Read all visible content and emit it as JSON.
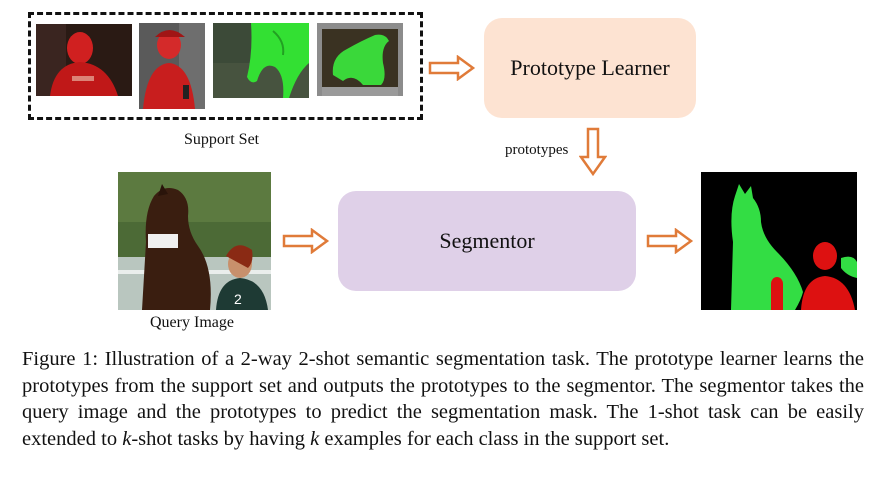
{
  "diagram": {
    "support_set_label": "Support Set",
    "prototype_learner_label": "Prototype Learner",
    "prototypes_label": "prototypes",
    "segmentor_label": "Segmentor",
    "query_image_label": "Query Image",
    "arrow_color": "#e07b39",
    "prototype_learner_color": "#fde3d2",
    "segmentor_color": "#dfd0e8",
    "mask_colors": {
      "background": "#000000",
      "horse": "#33dd44",
      "person": "#dd1111"
    }
  },
  "caption": {
    "prefix": "Figure 1: Illustration of a 2-way 2-shot semantic segmentation task. The prototype learner learns the prototypes from the support set and outputs the prototypes to the segmentor. The segmentor takes the query image and the prototypes to predict the segmentation mask. The 1-shot task can be easily extended to ",
    "k1": "k",
    "middle": "-shot tasks by having ",
    "k2": "k",
    "suffix": " examples for each class in the support set."
  }
}
